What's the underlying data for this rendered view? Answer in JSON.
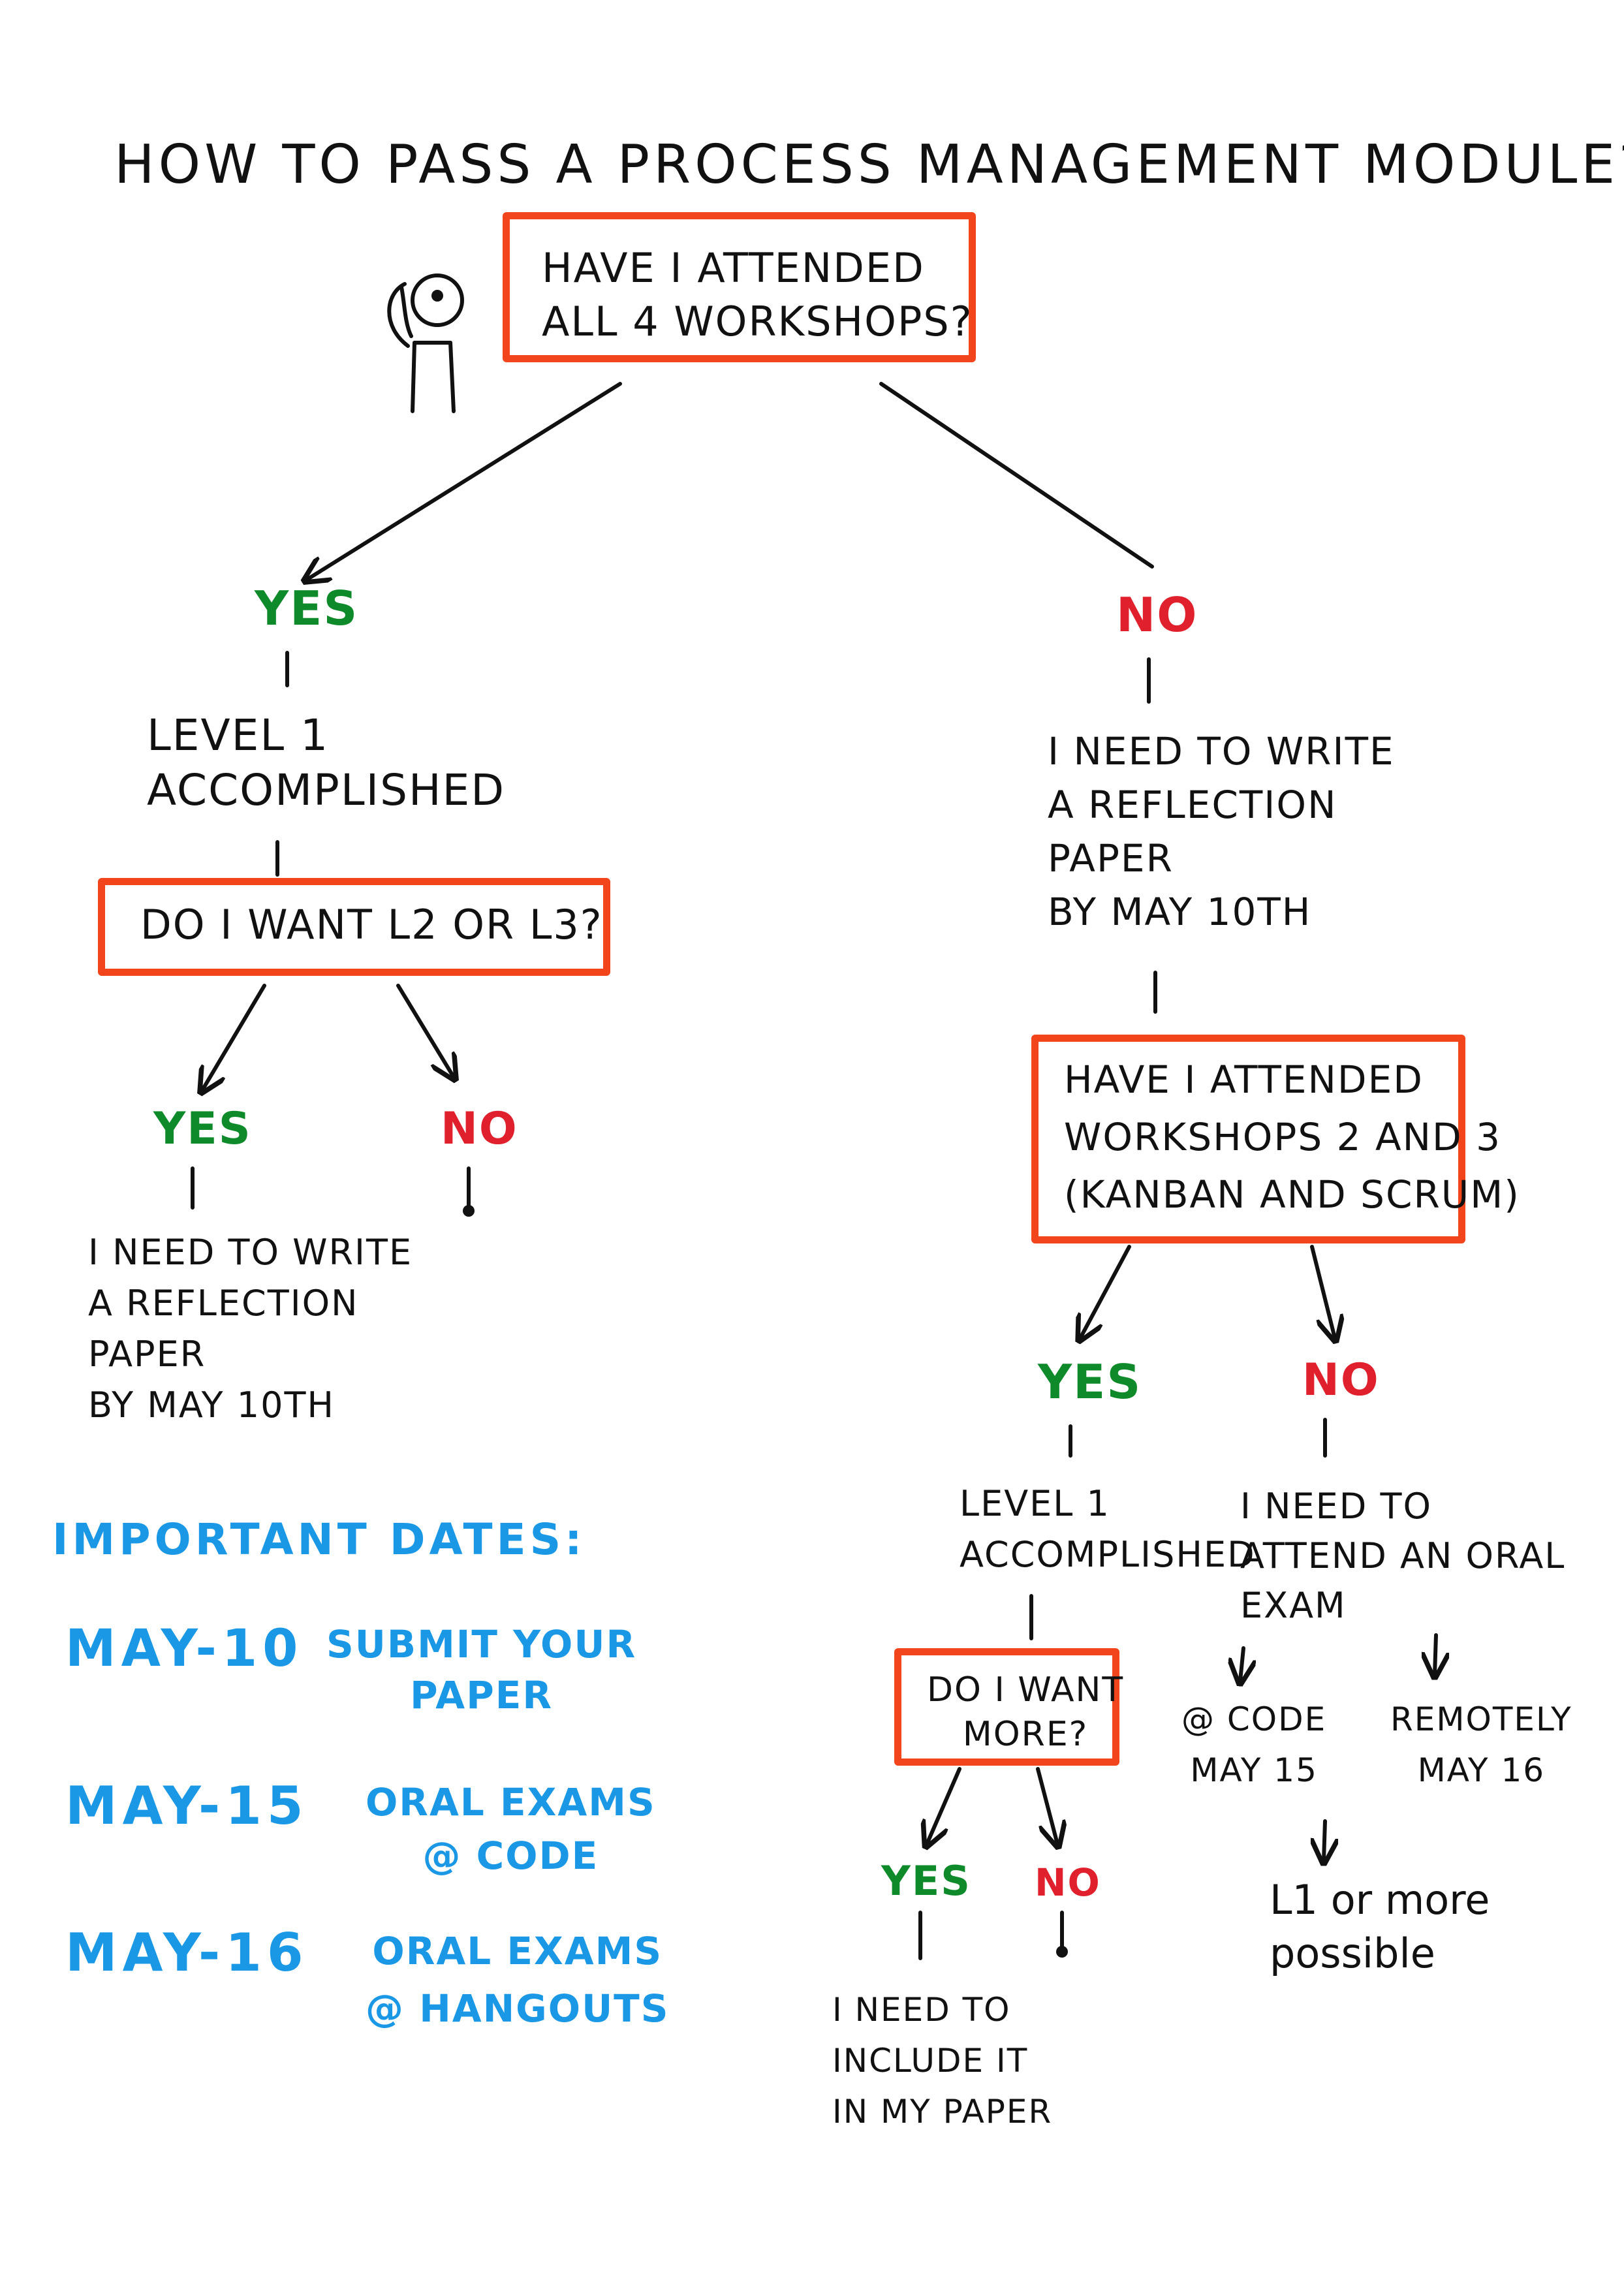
{
  "title": "HOW TO PASS A PROCESS MANAGEMENT MODULE?",
  "q1": "HAVE I ATTENDED\nALL 4 WORKSHOPS?",
  "branch_left": {
    "yes": "YES",
    "level": "LEVEL 1\nACCOMPLISHED",
    "q2": "DO I WANT L2 or L3?",
    "yes2": "YES",
    "no2": "NO",
    "reflection": "I NEED TO WRITE\nA REFLECTION\nPAPER\nBY MAY 10th"
  },
  "branch_right": {
    "no": "NO",
    "reflection": "I NEED TO WRITE\nA REFLECTION\nPAPER\nBY MAY 10th",
    "q3": "HAVE I ATTENDED\nWORKSHOPS 2 AND 3\n(KANBAN AND SCRUM)",
    "yes3": "YES",
    "no3": "NO",
    "level": "LEVEL 1\nACCOMPLISHED",
    "oral": "I NEED TO\nATTEND AN ORAL\nEXAM",
    "q4": "DO I WANT\nMORE?",
    "yes4": "YES",
    "no4": "NO",
    "include": "I NEED TO\nINCLUDE IT\nIN MY PAPER",
    "code": "@ CODE\nMAY 15",
    "remotely": "REMOTELY\nMAY 16",
    "possible": "L1 or more\npossible"
  },
  "dates": {
    "heading": "IMPORTANT DATES:",
    "items": [
      {
        "date": "MAY-10",
        "desc": "SUBMIT YOUR\nPAPER"
      },
      {
        "date": "MAY-15",
        "desc": "ORAL EXAMS\n@ CODE"
      },
      {
        "date": "MAY-16",
        "desc": "ORAL EXAMS\n@ HANGOUTS"
      }
    ]
  },
  "colors": {
    "box": "#f2451c",
    "yes": "#0f8a2a",
    "no": "#e0202c",
    "dates": "#1a98e6",
    "ink": "#111111"
  }
}
